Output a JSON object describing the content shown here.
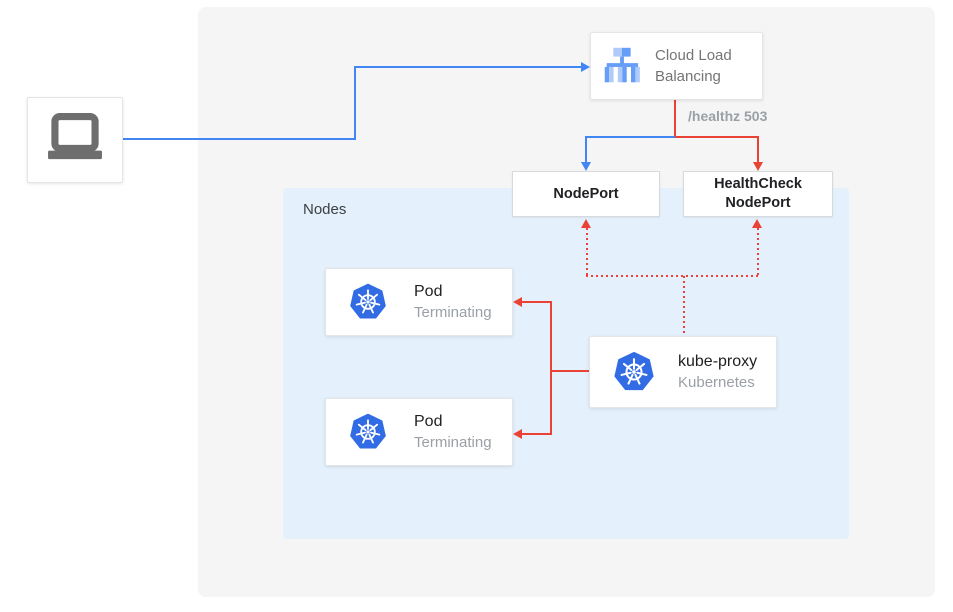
{
  "client": {
    "icon": "laptop-icon"
  },
  "cloud_load_balancing": {
    "icon": "load-balancer-icon",
    "label_lines": [
      "Cloud Load",
      "Balancing"
    ]
  },
  "health_check_annotation": "/healthz 503",
  "node_port": {
    "label": "NodePort"
  },
  "health_check_node_port": {
    "label_lines": [
      "HealthCheck",
      "NodePort"
    ]
  },
  "nodes_container": {
    "label": "Nodes"
  },
  "pods": [
    {
      "icon": "kubernetes-icon",
      "title": "Pod",
      "status": "Terminating"
    },
    {
      "icon": "kubernetes-icon",
      "title": "Pod",
      "status": "Terminating"
    }
  ],
  "kube_proxy": {
    "icon": "kubernetes-icon",
    "title": "kube-proxy",
    "subtitle": "Kubernetes"
  },
  "colors": {
    "flow_blue": "#4285F4",
    "flow_red": "#EA4335",
    "kubernetes_blue": "#326CE5",
    "lb_icon_blue_light": "#AECBFA",
    "lb_icon_blue_medium": "#669DF6",
    "nodes_background": "#E4F0FB",
    "canvas_background": "#F5F5F5",
    "text_dark": "#202124",
    "text_gray": "#9AA0A6"
  }
}
